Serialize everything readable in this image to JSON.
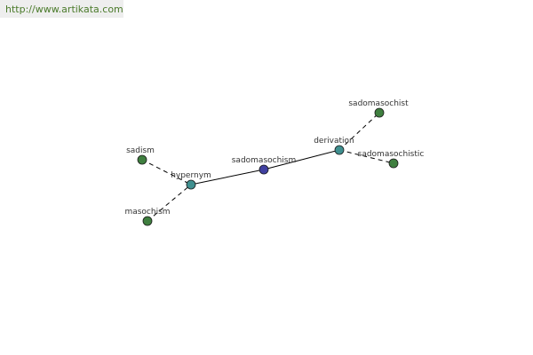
{
  "banner": {
    "url": "http://www.artikata.com"
  },
  "colors": {
    "center_node": "#4040a0",
    "relation_node": "#3f8f8f",
    "word_node": "#3f7f3f",
    "edge": "#000000",
    "banner_text": "#4a7a2a",
    "banner_bg": "#eeeeee"
  },
  "graph": {
    "nodes": [
      {
        "id": "sadomasochism",
        "label": "sadomasochism",
        "kind": "center"
      },
      {
        "id": "hypernym",
        "label": "hypernym",
        "kind": "relation"
      },
      {
        "id": "derivation",
        "label": "derivation",
        "kind": "relation"
      },
      {
        "id": "sadism",
        "label": "sadism",
        "kind": "word"
      },
      {
        "id": "masochism",
        "label": "masochism",
        "kind": "word"
      },
      {
        "id": "sadomasochist",
        "label": "sadomasochist",
        "kind": "word"
      },
      {
        "id": "sadomasochistic",
        "label": "sadomasochistic",
        "kind": "word"
      }
    ],
    "edges": [
      {
        "from": "hypernym",
        "to": "sadomasochism",
        "style": "solid"
      },
      {
        "from": "sadomasochism",
        "to": "derivation",
        "style": "solid"
      },
      {
        "from": "sadism",
        "to": "hypernym",
        "style": "dashed"
      },
      {
        "from": "masochism",
        "to": "hypernym",
        "style": "dashed"
      },
      {
        "from": "derivation",
        "to": "sadomasochist",
        "style": "dashed"
      },
      {
        "from": "derivation",
        "to": "sadomasochistic",
        "style": "dashed"
      }
    ]
  }
}
